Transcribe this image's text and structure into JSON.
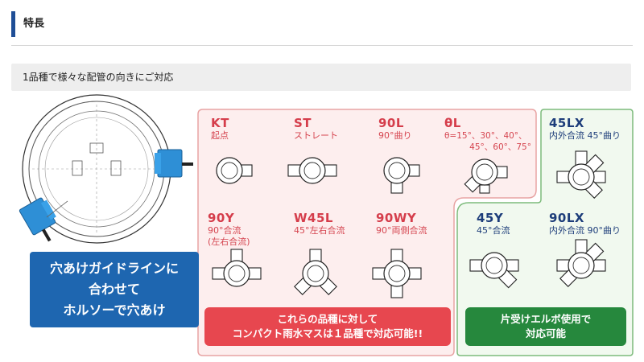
{
  "section_title": "特長",
  "subheading": "1品種で様々な配管の向きにご対応",
  "callout": {
    "lines": [
      "穴あけガイドラインに",
      "合わせて",
      "ホルソーで穴あけ"
    ]
  },
  "types_red": [
    {
      "code": "KT",
      "desc": [
        "起点"
      ]
    },
    {
      "code": "ST",
      "desc": [
        "ストレート"
      ]
    },
    {
      "code": "90L",
      "desc": [
        "90°曲り"
      ]
    },
    {
      "code": "θL",
      "desc": [
        "θ=15°、30°、40°、",
        "45°、60°、75°"
      ]
    },
    {
      "code": "90Y",
      "desc": [
        "90°合流",
        "(左右合流)"
      ]
    },
    {
      "code": "W45L",
      "desc": [
        "45°左右合流"
      ]
    },
    {
      "code": "90WY",
      "desc": [
        "90°両側合流"
      ]
    }
  ],
  "types_green": [
    {
      "code": "45LX",
      "desc": [
        "内外合流 45°曲り"
      ]
    },
    {
      "code": "45Y",
      "desc": [
        "45°合流"
      ]
    },
    {
      "code": "90LX",
      "desc": [
        "内外合流 90°曲り"
      ]
    }
  ],
  "red_note": [
    "これらの品種に対して",
    "コンパクト雨水マスは１品種で対応可能!!"
  ],
  "green_note": [
    "片受けエルボ使用で",
    "対応可能"
  ],
  "colors": {
    "accent_navy": "#1f4e96",
    "red_text": "#d53d4b",
    "red_panel_bg": "#fdeeee",
    "red_panel_border": "#e8a3a3",
    "green_panel_bg": "#f1f9ef",
    "green_panel_border": "#7dbb7c",
    "callout_blue": "#1e66b0",
    "note_red": "#e7474f",
    "note_green": "#26883d"
  }
}
